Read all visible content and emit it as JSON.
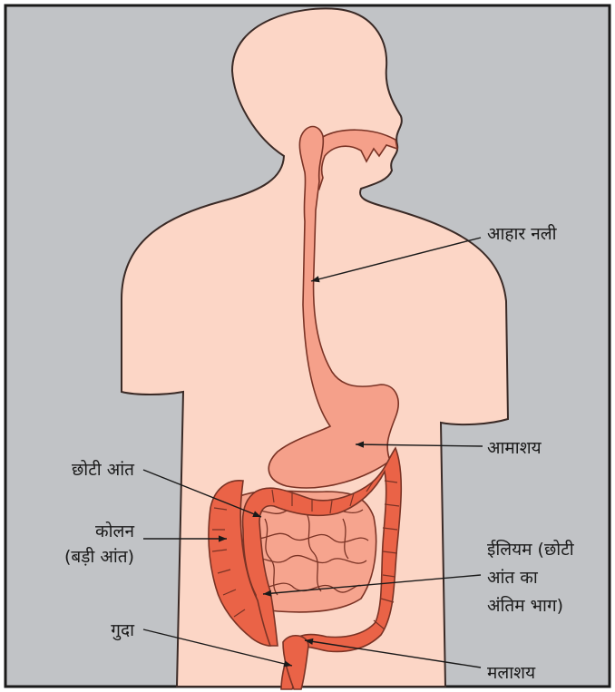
{
  "labels": {
    "esophagus": "आहार नली",
    "stomach": "आमाशय",
    "small_intestine": "छोटी आंत",
    "colon_line1": "कोलन",
    "colon_line2": "(बड़ी आंत)",
    "ileum_line1": "ईलियम (छोटी",
    "ileum_line2": "आंत का",
    "ileum_line3": "अंतिम भाग)",
    "anus": "गुदा",
    "rectum": "मलाशय"
  },
  "colors": {
    "background": "#c1c3c6",
    "frame": "#1a1a1a",
    "body_fill": "#fcd6c6",
    "body_stroke": "#3a2a26",
    "tract_fill": "#f5a08a",
    "intestine_fill": "#f6a48e",
    "colon_fill": "#ea6347",
    "organ_stroke": "#7a3325"
  }
}
